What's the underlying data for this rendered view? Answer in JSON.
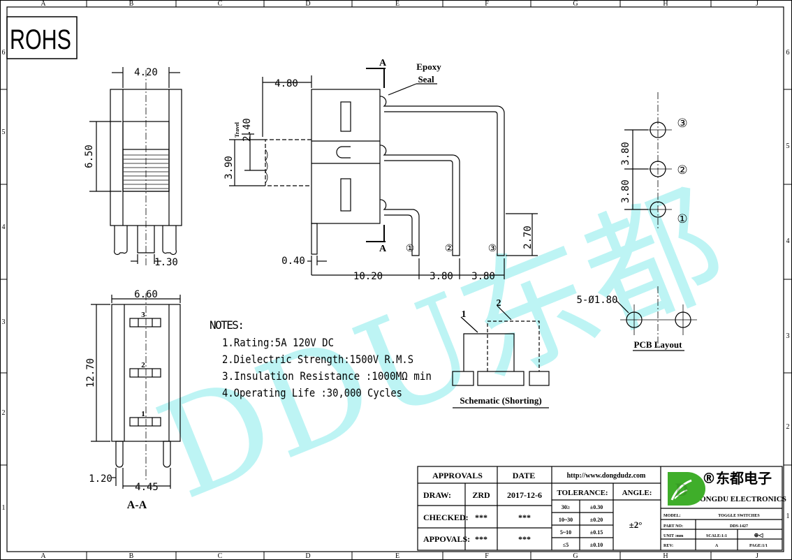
{
  "border": {
    "columns": [
      "A",
      "B",
      "C",
      "D",
      "E",
      "F",
      "G",
      "H",
      "J"
    ],
    "rows": [
      "6",
      "5",
      "4",
      "3",
      "2",
      "1"
    ]
  },
  "rohs": "ROHS",
  "watermark": "DDU东都",
  "top_view": {
    "width": "4.20",
    "height": "6.50",
    "pin_spacing": "1.30"
  },
  "side_view": {
    "offset": "4.80",
    "travel_label": "Travel",
    "travel": "2.40",
    "height": "3.90",
    "pin_thickness": "0.40",
    "dim_a": "10.20",
    "pitch_1": "3.80",
    "pitch_2": "3.80",
    "pin_length": "2.70",
    "section_marker_top": "A",
    "section_marker_bottom": "A",
    "epoxy_label": "Epoxy",
    "seal_label": "Seal",
    "pin_labels": [
      "①",
      "②",
      "③"
    ]
  },
  "section_view": {
    "width": "6.60",
    "height": "12.70",
    "pin_width": "1.20",
    "pin_spacing": "4.45",
    "title": "A-A",
    "slot_labels": [
      "3",
      "2",
      "1"
    ]
  },
  "notes": {
    "heading": "NOTES:",
    "items": [
      "1.Rating:5A 120V DC",
      "2.Dielectric Strength:1500V R.M.S",
      "3.Insulation Resistance :1000MΩ min",
      "4.Operating Life :30,000 Cycles"
    ]
  },
  "schematic": {
    "label_1": "1",
    "label_2": "2",
    "caption": "Schematic (Shorting)"
  },
  "pcb": {
    "pitch_1": "3.80",
    "pitch_2": "3.80",
    "hole": "5-Ø1.80",
    "pin_labels": [
      "③",
      "②",
      "①"
    ],
    "caption": "PCB Layout"
  },
  "title_block": {
    "approvals": "APPROVALS",
    "date": "DATE",
    "url": "http://www.dongdudz.com",
    "draw_label": "DRAW:",
    "draw_name": "ZRD",
    "draw_date": "2017-12-6",
    "checked_label": "CHECKED:",
    "checked_name": "***",
    "checked_date": "***",
    "appovals_label": "APPOVALS:",
    "appovals_name": "***",
    "appovals_date": "***",
    "tolerance_label": "TOLERANCE:",
    "angle_label": "ANGLE:",
    "tolerances": [
      {
        "range": "30≥",
        "value": "±0.30"
      },
      {
        "range": "10~30",
        "value": "±0.20"
      },
      {
        "range": "5~10",
        "value": "±0.15"
      },
      {
        "range": "≤5",
        "value": "±0.10"
      }
    ],
    "angle_value": "±2°",
    "company_cn": "®东都电子",
    "company_en": "DONGDU ELECTRONICS",
    "logo_letter": "D",
    "model_label": "MODEL:",
    "model_value": "TOGGLE SWITCHES",
    "part_label": "PART NO:",
    "part_value": "DDS-1427",
    "unit_label": "UNIT :mm",
    "scale_label": "SCALE:1:1",
    "projection_symbol": "⊕◁",
    "rev_label": "REV:",
    "rev_value": "A",
    "page_label": "PAGE:1/1"
  },
  "colors": {
    "line": "#000000",
    "watermark": "#bdf4f4",
    "logo_green": "#3fae2a"
  }
}
